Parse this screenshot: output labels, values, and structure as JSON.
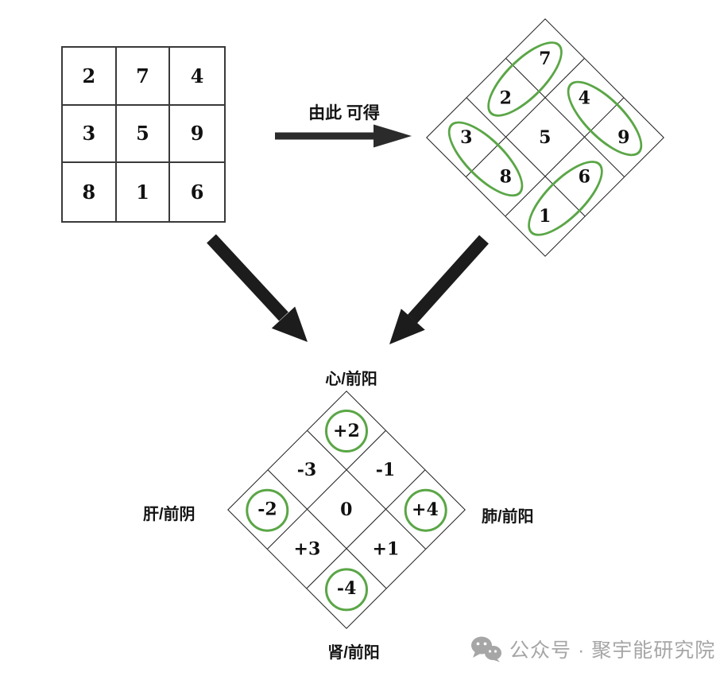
{
  "magic_square": {
    "rows": [
      [
        "2",
        "7",
        "4"
      ],
      [
        "3",
        "5",
        "9"
      ],
      [
        "8",
        "1",
        "6"
      ]
    ]
  },
  "transform_arrow": {
    "label": "由此 可得"
  },
  "rotated_square": {
    "rows": [
      [
        "7",
        "4",
        "9"
      ],
      [
        "2",
        "5",
        "6"
      ],
      [
        "3",
        "8",
        "1"
      ]
    ],
    "circled_pairs": [
      "7-2",
      "4-9",
      "3-8",
      "6-1"
    ]
  },
  "result_diamond": {
    "rows": [
      [
        "+2",
        "-1",
        "+4"
      ],
      [
        "-3",
        "0",
        "+1"
      ],
      [
        "-2",
        "+3",
        "-4"
      ]
    ],
    "circled_values": [
      "+2",
      "-2",
      "+4",
      "-4"
    ]
  },
  "axis_labels": {
    "top": "心/前阳",
    "left": "肝/前阴",
    "right": "肺/前阳",
    "bottom": "肾/前阳"
  },
  "watermark": {
    "icon": "wechat-icon",
    "text": "公众号 · 聚宇能研究院"
  },
  "colors": {
    "highlight_green": "#5aa646",
    "line_black": "#1f1f1f",
    "watermark_gray": "#a6a6a6"
  }
}
